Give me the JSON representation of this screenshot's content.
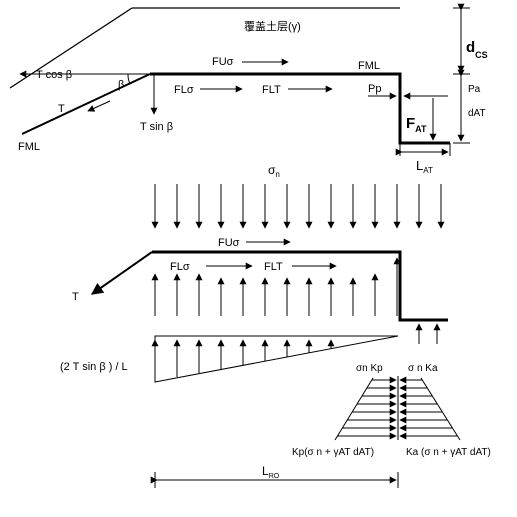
{
  "labels": {
    "cover_soil": "覆盖土层(γ)",
    "d_cs": "d",
    "d_cs_sub": "CS",
    "pa_top": "Pa",
    "d_at": "dAT",
    "fml_top": "FML",
    "fml_left": "FML",
    "t_cos": "T cos β",
    "beta": "β",
    "t_upper": "T",
    "t_sin": "T sin β",
    "fu_sigma_top": "FUσ",
    "fl_sigma_top": "FLσ",
    "flt_top": "FLT",
    "pp": "Pp",
    "f_at": "F",
    "f_at_sub": "AT",
    "l_at": "L",
    "l_at_sub": "AT",
    "sigma_n": "σ",
    "sigma_n_sub": "n",
    "fu_sigma_mid": "FUσ",
    "fl_sigma_mid": "FLσ",
    "flt_mid": "FLT",
    "t_lower": "T",
    "two_t_sin": "(2 T sin β ) / L",
    "sigma_kp": "σn Kp",
    "sigma_ka": "σ n Ka",
    "kp_expr": "Kp(σ n + γAT dAT)",
    "ka_expr": "Ka (σ n + γAT dAT)",
    "l_ro": "L",
    "l_ro_sub": "RO"
  }
}
